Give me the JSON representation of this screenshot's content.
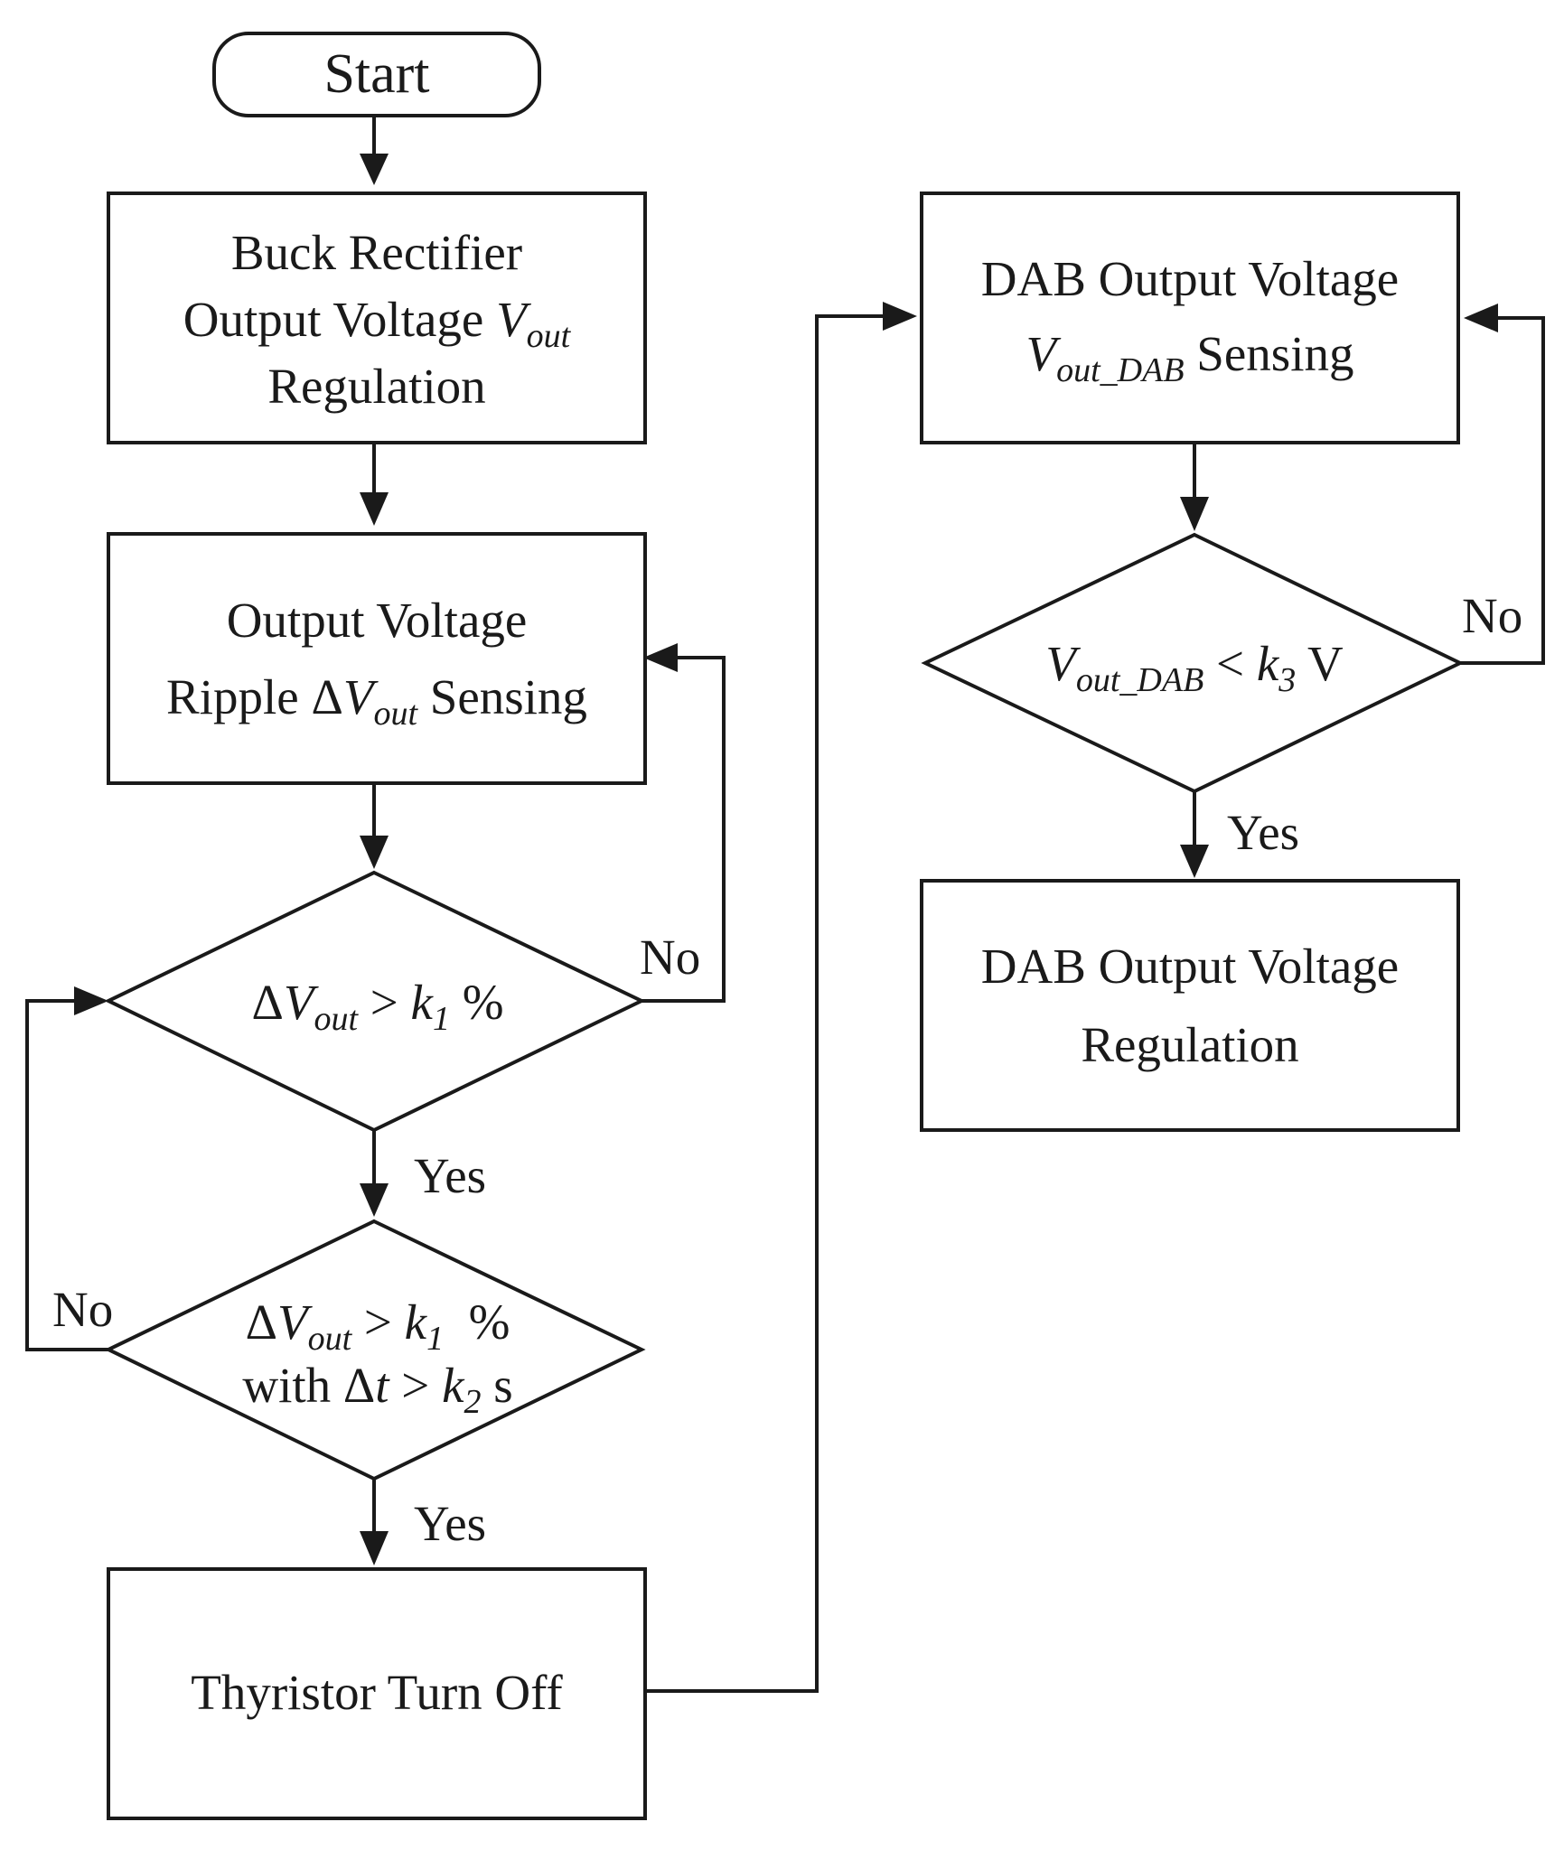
{
  "nodes": {
    "start": {
      "label": "Start"
    },
    "buck_rectifier": {
      "line1": "Buck Rectifier",
      "line2_prefix": "Output Voltage ",
      "line2_var": "V",
      "line2_sub": "out",
      "line3": "Regulation"
    },
    "ripple_sensing": {
      "line1": "Output Voltage",
      "line2_prefix": "Ripple Δ",
      "line2_var": "V",
      "line2_sub": "out",
      "line2_suffix": " Sensing"
    },
    "decision_ripple": {
      "delta": "Δ",
      "var": "V",
      "sub": "out",
      "op": " > ",
      "k": "k",
      "k_sub": "1",
      "unit": " %"
    },
    "decision_ripple_time": {
      "line1_delta": "Δ",
      "line1_var": "V",
      "line1_sub": "out",
      "line1_op": " > ",
      "line1_k": "k",
      "line1_k_sub": "1",
      "line1_unit": "  %",
      "line2_prefix": "with Δ",
      "line2_t": "t",
      "line2_op": " > ",
      "line2_k": "k",
      "line2_k_sub": "2",
      "line2_unit": " s"
    },
    "thyristor_off": {
      "label": "Thyristor Turn Off"
    },
    "dab_sensing": {
      "line1": "DAB Output Voltage",
      "line2_var": "V",
      "line2_sub": "out_DAB",
      "line2_suffix": " Sensing"
    },
    "decision_dab": {
      "var": "V",
      "sub": "out_DAB",
      "op": " < ",
      "k": "k",
      "k_sub": "3",
      "unit": " V"
    },
    "dab_regulation": {
      "line1": "DAB Output Voltage",
      "line2": "Regulation"
    }
  },
  "edge_labels": {
    "ripple_no": "No",
    "ripple_yes": "Yes",
    "ripple_time_no": "No",
    "ripple_time_yes": "Yes",
    "dab_no": "No",
    "dab_yes": "Yes"
  }
}
